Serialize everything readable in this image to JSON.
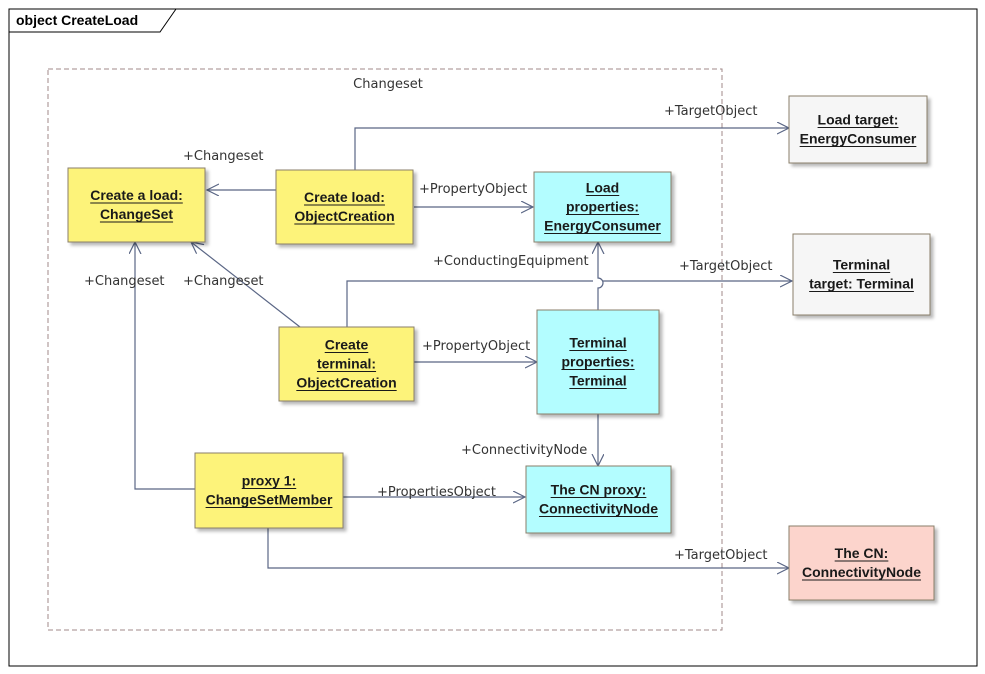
{
  "frame": {
    "title": "object CreateLoad"
  },
  "boundary": {
    "label": "Changeset"
  },
  "colors": {
    "yellow": "#fdf37a",
    "cyan": "#b3fdff",
    "white": "#f6f6f6",
    "red": "#fcd4cc",
    "edge": "#5a6685"
  },
  "nodes": {
    "create_a_load": {
      "lines": [
        "Create a load:",
        "ChangeSet"
      ],
      "fill": "yellow"
    },
    "create_load": {
      "lines": [
        "Create load:",
        "ObjectCreation"
      ],
      "fill": "yellow"
    },
    "load_props": {
      "lines": [
        "Load",
        "properties:",
        "EnergyConsumer"
      ],
      "fill": "cyan"
    },
    "load_target": {
      "lines": [
        "Load target:",
        "EnergyConsumer"
      ],
      "fill": "white"
    },
    "terminal_target": {
      "lines": [
        "Terminal",
        "target: Terminal"
      ],
      "fill": "white"
    },
    "create_terminal": {
      "lines": [
        "Create",
        "terminal:",
        "ObjectCreation"
      ],
      "fill": "yellow"
    },
    "terminal_props": {
      "lines": [
        "Terminal",
        "properties:",
        "Terminal"
      ],
      "fill": "cyan"
    },
    "proxy1": {
      "lines": [
        "proxy 1:",
        "ChangeSetMember"
      ],
      "fill": "yellow"
    },
    "cn_proxy": {
      "lines": [
        "The CN proxy:",
        "ConnectivityNode"
      ],
      "fill": "cyan"
    },
    "the_cn": {
      "lines": [
        "The CN:",
        "ConnectivityNode"
      ],
      "fill": "red"
    }
  },
  "roles": {
    "target_load": "+TargetObject",
    "changeset_1": "+Changeset",
    "property_load": "+PropertyObject",
    "conducting_equipment": "+ConductingEquipment",
    "target_terminal": "+TargetObject",
    "changeset_2": "+Changeset",
    "changeset_3": "+Changeset",
    "property_terminal": "+PropertyObject",
    "connectivity_node": "+ConnectivityNode",
    "properties_object": "+PropertiesObject",
    "target_cn": "+TargetObject"
  }
}
